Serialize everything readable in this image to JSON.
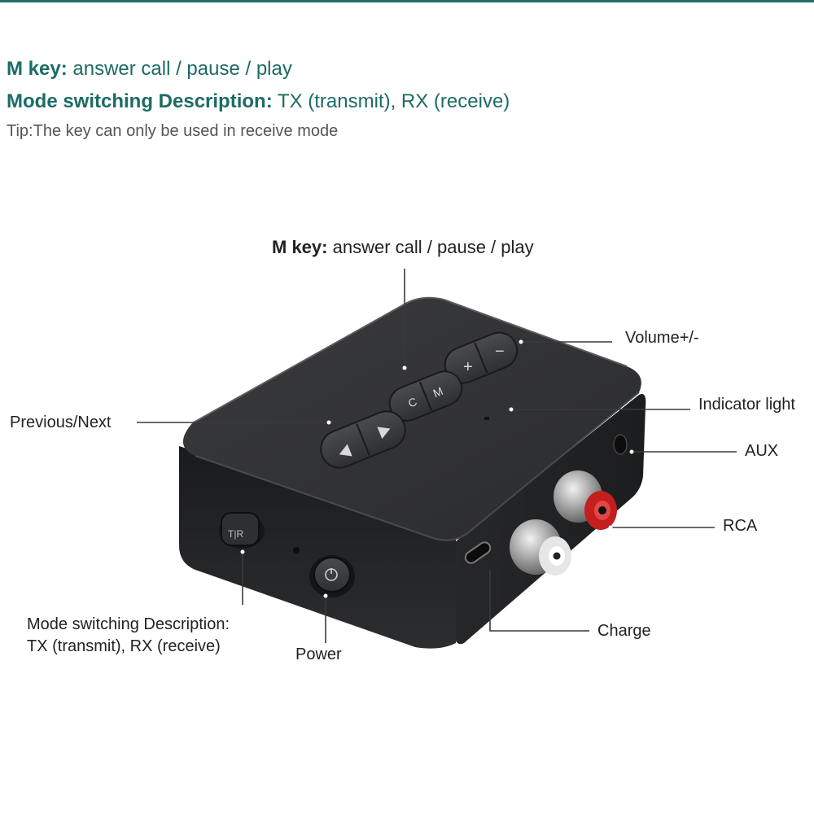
{
  "header": {
    "m_key_label": "M key:",
    "m_key_desc": "answer call / pause / play",
    "mode_label": "Mode switching Description:",
    "mode_desc": "TX (transmit), RX (receive)",
    "tip": "Tip:The key can only be used in receive mode"
  },
  "callouts": {
    "m_key_label": "M key:",
    "m_key_desc": "answer call / pause / play",
    "volume": "Volume+/-",
    "indicator": "Indicator light",
    "aux": "AUX",
    "rca": "RCA",
    "charge": "Charge",
    "prev_next": "Previous/Next",
    "power": "Power",
    "mode_title": "Mode switching Description:",
    "mode_desc": "TX (transmit), RX (receive)"
  },
  "device": {
    "button_glyphs": {
      "plus": "+",
      "minus": "−",
      "mode": "C/M",
      "switch": "T|R"
    },
    "colors": {
      "accent": "#1c6b66",
      "body": "#2b2c2e",
      "rca_red": "#c41e1e",
      "rca_white": "#e6e6e6"
    }
  }
}
